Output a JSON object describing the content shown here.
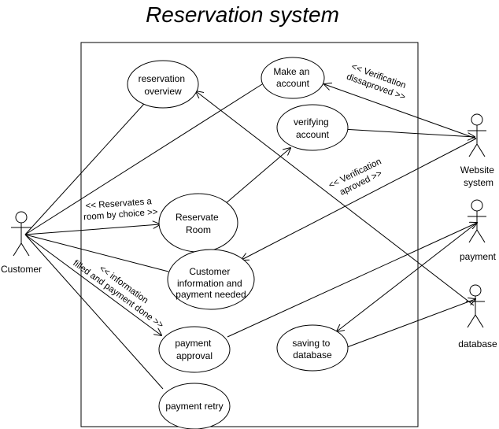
{
  "title": "Reservation system",
  "use_cases": {
    "reservation_overview": [
      "reservation",
      "overview"
    ],
    "make_account": [
      "Make an",
      "account"
    ],
    "verifying_account": [
      "verifying",
      "account"
    ],
    "reservate_room": [
      "Reservate",
      "Room"
    ],
    "customer_information": [
      "Customer",
      "information and",
      "payment needed"
    ],
    "payment_approval": [
      "payment",
      "approval"
    ],
    "saving_to_database": [
      "saving to",
      "database"
    ],
    "payment_retry": [
      "payment retry"
    ]
  },
  "actors": {
    "customer": "Customer",
    "website_system": [
      "Website",
      "system"
    ],
    "payment": "payment",
    "database": "database"
  },
  "edge_labels": {
    "verification_disapproved": [
      "<< Verification",
      "dissaproved >>"
    ],
    "verification_approved": [
      "<< Verification",
      "aproved >>"
    ],
    "reservates_room": [
      "<< Reservates a",
      "room by choice >>"
    ],
    "information_filled": [
      "<< information",
      "filled and payment done >>"
    ]
  }
}
